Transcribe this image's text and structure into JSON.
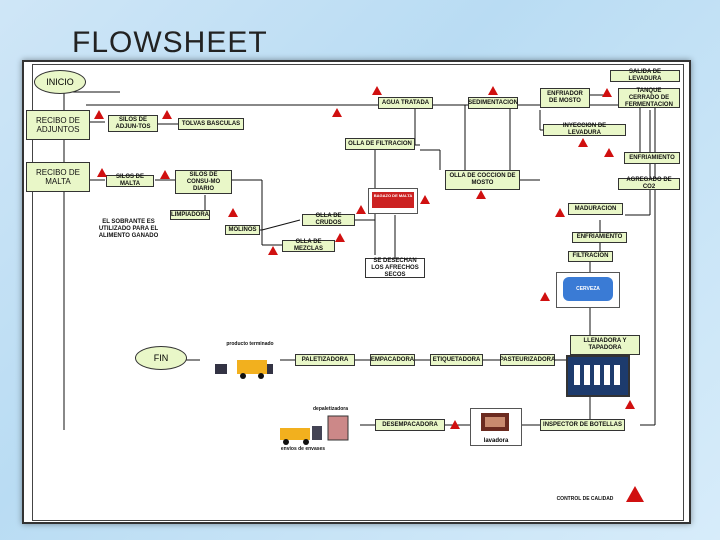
{
  "title": "FLOWSHEET",
  "terminals": {
    "start": "INICIO",
    "end": "FIN"
  },
  "boxes": {
    "recibo_adjuntos": "RECIBO DE ADJUNTOS",
    "recibo_malta": "RECIBO DE MALTA",
    "silos_adjuntos": "SILOS DE ADJUN-TOS",
    "tolvas_bascula": "TOLVAS BASCULAS",
    "silos_malta": "SILOS DE MALTA",
    "silos_consumo": "SILOS DE CONSU-MO DIARIO",
    "limpiadora": "LIMPIADORA",
    "molinos": "MOLINOS",
    "olla_crudos": "OLLA DE CRUDOS",
    "olla_mezclas": "OLLA DE MEZCLAS",
    "olla_filtracion": "OLLA DE FILTRACION",
    "olla_coccion": "OLLA DE COCCION DE MOSTO",
    "agua_tratada": "AGUA TRATADA",
    "sedimentacion": "SEDIMENTACION",
    "enfriador": "ENFRIADOR DE MOSTO",
    "salida_levadura": "SALIDA DE LEVADURA",
    "tanque_fermentacion": "TANQUE CERRADO DE FERMENTACION",
    "inyeccion_levadura": "INYECCION DE LEVADURA",
    "enfriamiento": "ENFRIAMIENTO",
    "agregado_co2": "AGREGADO DE CO2",
    "maduracion": "MADURACION",
    "enfriamiento2": "ENFRIAMIENTO",
    "filtracion": "FILTRACION",
    "llenadora": "LLENADORA Y TAPADORA",
    "pasteurizadora": "PASTEURIZADORA",
    "etiquetadora": "ETIQUETADORA",
    "empacadora": "EMPACADORA",
    "paletizadora": "PALETIZADORA",
    "inspector": "INSPECTOR DE BOTELLAS",
    "desempacadora": "DESEMPACADORA",
    "separados": "SE DESECHAN LOS AFRECHOS SECOS",
    "sobrante": "EL SOBRANTE ES UTILIZADO PARA EL ALIMENTO GANADO",
    "control_calidad": "CONTROL DE CALIDAD",
    "producto_terminado": "producto terminado",
    "lavadora": "lavadora",
    "depaletizadora": "depaletizadora",
    "envios": "envios de envases",
    "bagazo": "BAGAZO DE MALTA",
    "cerveza": "CERVEZA"
  },
  "colors": {
    "box": "#e9f7c8",
    "alert": "#d01010",
    "line": "#111111",
    "tank": "#3a7bd5"
  }
}
